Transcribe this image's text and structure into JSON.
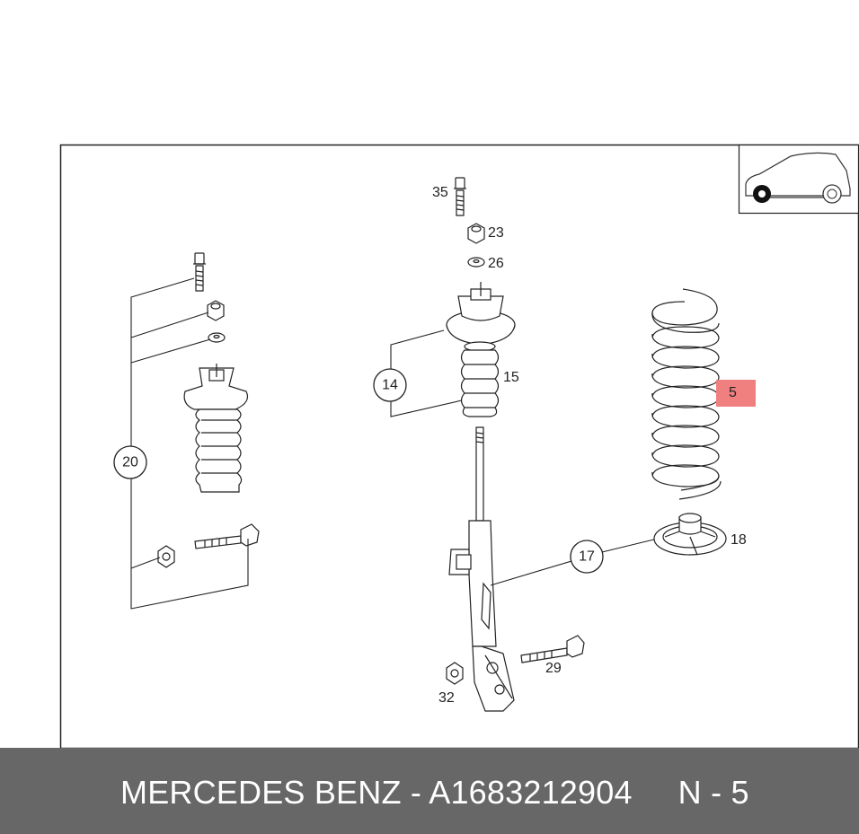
{
  "labels": {
    "p35": "35",
    "p23": "23",
    "p26": "26",
    "p14": "14",
    "p15": "15",
    "p5": "5",
    "p20": "20",
    "p17": "17",
    "p18": "18",
    "p29": "29",
    "p32": "32"
  },
  "highlight_color": "#f08080",
  "footer": {
    "text": "MERCEDES BENZ - A1683212904     N - 5"
  }
}
